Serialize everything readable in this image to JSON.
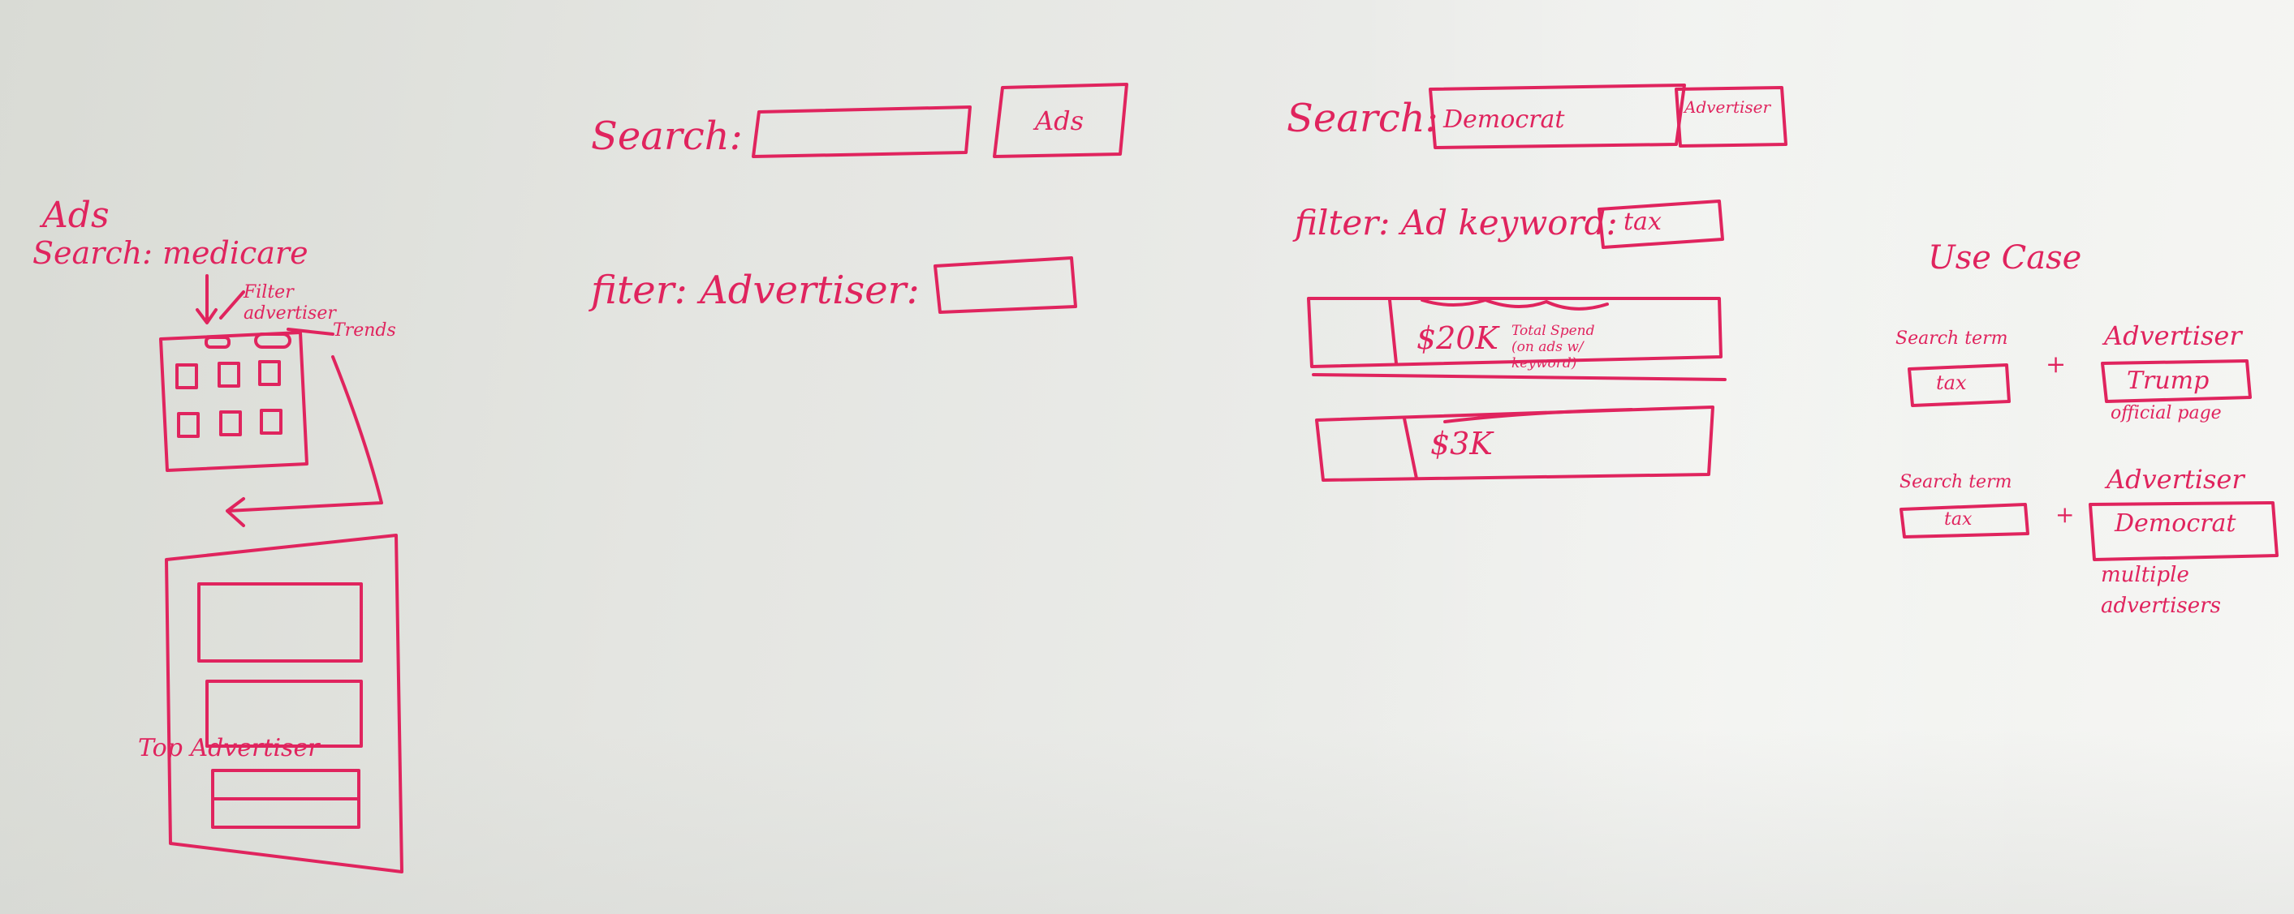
{
  "colors": {
    "marker": "#e0245e",
    "board": "#e6e7e3"
  },
  "left_sketch": {
    "title": "Ads",
    "search_line": "Search: medicare",
    "filter_label": "Filter advertiser",
    "trends_label": "Trends",
    "top_advertiser_label": "Top Advertiser"
  },
  "middle_sketch": {
    "search_label": "Search:",
    "search_button": "Ads",
    "filter_label": "fiter: Advertiser:"
  },
  "right_sketch": {
    "search_label": "Search:",
    "search_value": "Democrat",
    "search_button": "Advertiser",
    "filter_label": "filter: Ad keyword:",
    "filter_value": "tax",
    "result_1_amount": "$20K",
    "result_1_note": "Total Spend (on ads w/ keyword)",
    "result_2_amount": "$3K"
  },
  "use_case": {
    "title": "Use Case",
    "rows": [
      {
        "search_term_label": "Search term",
        "term": "tax",
        "operator": "+",
        "advertiser_label": "Advertiser",
        "advertiser": "Trump",
        "note": "official page"
      },
      {
        "search_term_label": "Search term",
        "term": "tax",
        "operator": "+",
        "advertiser_label": "Advertiser",
        "advertiser": "Democrat",
        "note": "multiple advertisers"
      }
    ]
  }
}
